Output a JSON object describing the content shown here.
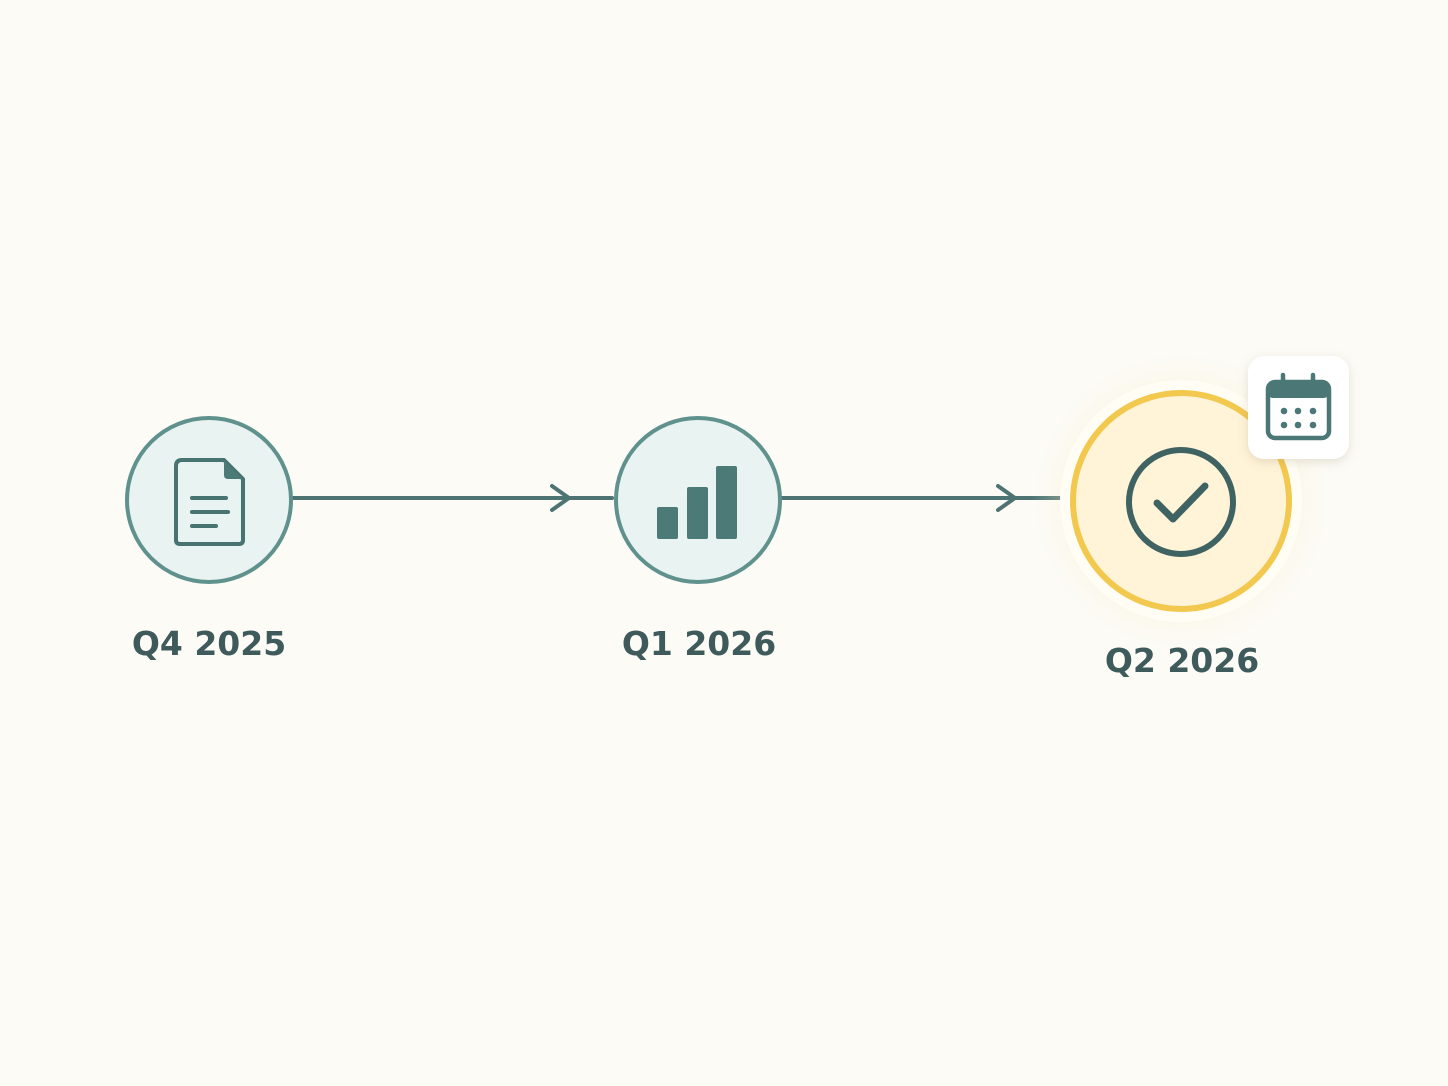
{
  "milestones": [
    {
      "label": "Q4 2025",
      "icon": "document-icon",
      "state": "completed"
    },
    {
      "label": "Q1 2026",
      "icon": "bar-chart-icon",
      "state": "completed"
    },
    {
      "label": "Q2 2026",
      "icon": "checkmark-circle-icon",
      "state": "current",
      "badge_icon": "calendar-icon"
    }
  ],
  "colors": {
    "background": "#fcfbf6",
    "line": "#4d7472",
    "node_fill": "#e9f3f1",
    "node_ring": "#5f918d",
    "icon": "#4b7a77",
    "highlight_ring": "#f3c84e",
    "highlight_fill": "#fff3d8",
    "label_text": "#3e5a5b"
  }
}
